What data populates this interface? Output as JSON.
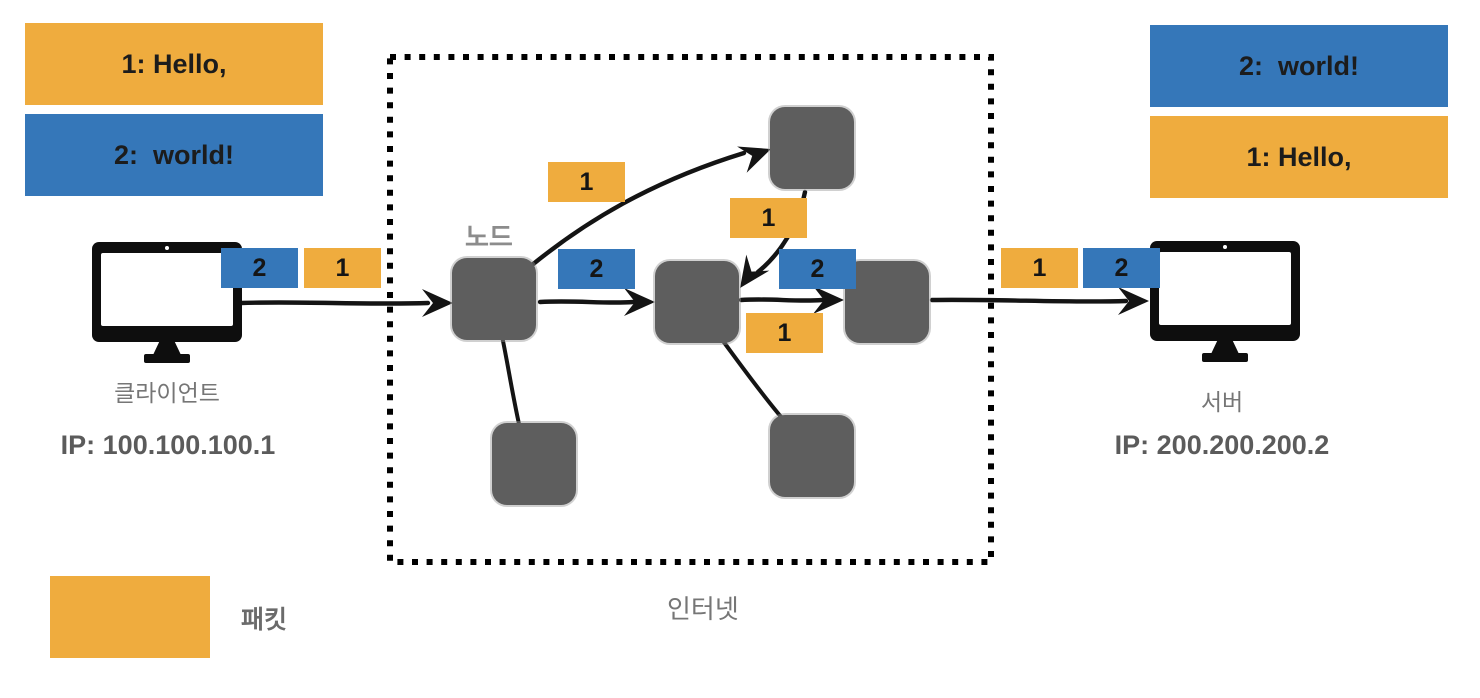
{
  "colors": {
    "packet_orange": "#EFAC3E",
    "packet_blue": "#3577B9",
    "node_gray": "#5E5E5E",
    "arrow_black": "#141414",
    "label_gray": "#767676"
  },
  "client": {
    "label": "클라이언트",
    "ip": "IP: 100.100.100.1",
    "messages": [
      {
        "id": "1",
        "text": "1: Hello,",
        "color": "orange"
      },
      {
        "id": "2",
        "text": "2:  world!",
        "color": "blue"
      }
    ],
    "outgoing_packets": [
      {
        "text": "2",
        "color": "blue"
      },
      {
        "text": "1",
        "color": "orange"
      }
    ]
  },
  "server": {
    "label": "서버",
    "ip": "IP: 200.200.200.2",
    "messages": [
      {
        "id": "2",
        "text": "2:  world!",
        "color": "blue"
      },
      {
        "id": "1",
        "text": "1: Hello,",
        "color": "orange"
      }
    ],
    "incoming_packets": [
      {
        "text": "1",
        "color": "orange"
      },
      {
        "text": "2",
        "color": "blue"
      }
    ]
  },
  "internet": {
    "label": "인터넷",
    "node_label": "노드",
    "transit_packets": {
      "curve_to_top_node": {
        "text": "1",
        "color": "orange"
      },
      "between_node1_node2": {
        "text": "2",
        "color": "blue"
      },
      "top_node_down": {
        "text": "1",
        "color": "orange"
      },
      "between_node2_node3": {
        "text": "2",
        "color": "blue"
      },
      "below_node2_node3": {
        "text": "1",
        "color": "orange"
      },
      "exit_first": {
        "text": "1",
        "color": "orange"
      },
      "exit_second": {
        "text": "2",
        "color": "blue"
      }
    }
  },
  "legend": {
    "label": "패킷"
  }
}
